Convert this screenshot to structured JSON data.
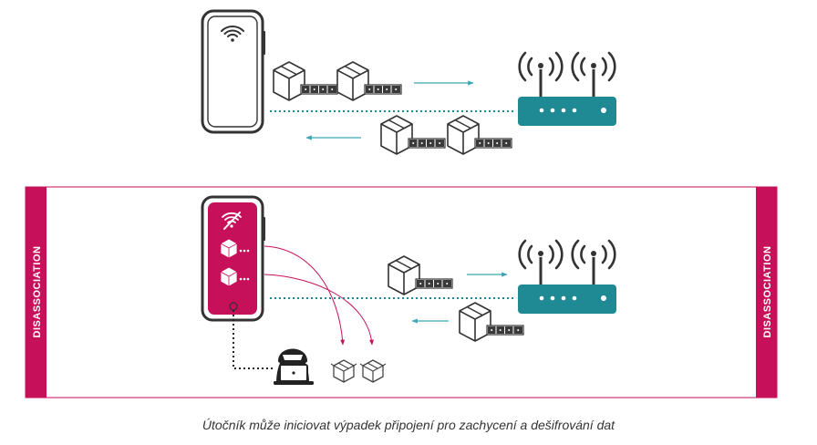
{
  "panel_bottom": {
    "left_label": "DISASSOCIATION",
    "right_label": "DISASSOCIATION"
  },
  "caption": "Útočník může iniciovat výpadek připojení pro zachycení a dešifrování dat",
  "colors": {
    "accent": "#c7105a",
    "router": "#1f8a93",
    "outline": "#333333",
    "flow": "#3aa6b5"
  },
  "icons": [
    "smartphone-icon",
    "wifi-icon",
    "wifi-off-icon",
    "router-icon",
    "package-icon",
    "hacker-icon",
    "laptop-icon"
  ]
}
